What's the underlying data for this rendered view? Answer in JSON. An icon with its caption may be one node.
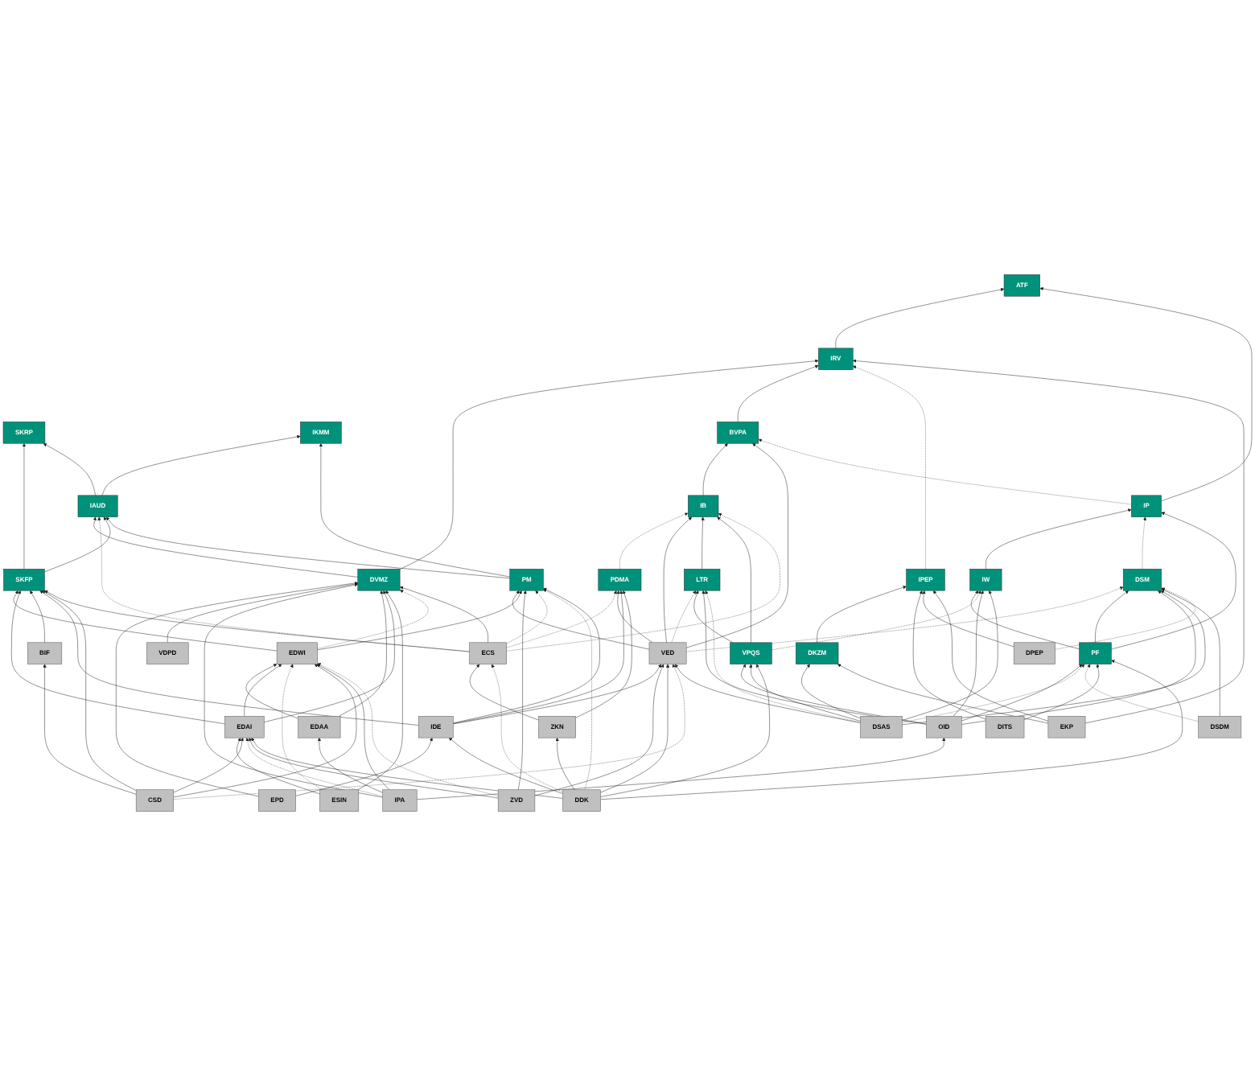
{
  "diagram": {
    "nodes": [
      {
        "text": [
          "ATF"
        ]
      },
      {
        "text": [
          "IRV"
        ]
      },
      {
        "text": [
          "SKRP"
        ]
      },
      {
        "text": [
          "IKMM"
        ]
      },
      {
        "text": [
          "BVPA"
        ]
      },
      {
        "text": [
          "IAUD"
        ]
      },
      {
        "text": [
          "IB"
        ]
      },
      {
        "text": [
          "IP"
        ]
      },
      {
        "text": [
          "DVMZ"
        ]
      },
      {
        "text": [
          "SKFP"
        ]
      },
      {
        "text": [
          "PM"
        ]
      },
      {
        "text": [
          "PDMA"
        ]
      },
      {
        "text": [
          "LTR"
        ]
      },
      {
        "text": [
          "IW"
        ]
      },
      {
        "text": [
          "DSM"
        ]
      },
      {
        "text": [
          "EDWI"
        ]
      },
      {
        "text": [
          "ECS"
        ]
      },
      {
        "text": [
          "VED"
        ]
      },
      {
        "text": [
          "VPQS"
        ]
      },
      {
        "text": [
          "PF"
        ]
      },
      {
        "text": [
          "IPEP"
        ]
      },
      {
        "text": [
          "EDAA"
        ]
      },
      {
        "text": [
          "EDAI"
        ]
      },
      {
        "text": [
          "BIF"
        ]
      },
      {
        "text": [
          "IDE"
        ]
      },
      {
        "text": [
          "ZKN"
        ]
      },
      {
        "text": [
          "OID"
        ]
      },
      {
        "text": [
          "DKZM"
        ]
      },
      {
        "text": [
          "EPD"
        ]
      },
      {
        "text": [
          "VDPD"
        ]
      },
      {
        "text": [
          "IPA"
        ]
      },
      {
        "text": [
          "ESIN"
        ]
      },
      {
        "text": [
          "CSD"
        ]
      },
      {
        "text": [
          "ZVD"
        ]
      },
      {
        "text": [
          "DDK"
        ]
      },
      {
        "text": [
          "DSAS"
        ]
      },
      {
        "text": [
          "DSDM"
        ]
      },
      {
        "text": [
          "DITS"
        ]
      },
      {
        "text": [
          "DPEP"
        ]
      },
      {
        "text": [
          "EKP"
        ]
      }
    ],
    "edges": [
      {
        "from": 1,
        "to": 0,
        "arrow": "to"
      },
      {
        "from": 7,
        "to": 0,
        "arrow": "to"
      },
      {
        "from": 8,
        "to": 1,
        "arrow": "to"
      },
      {
        "from": 4,
        "to": 1,
        "arrow": "to"
      },
      {
        "from": 20,
        "to": 1,
        "arrow": "to",
        "style": "dashed"
      },
      {
        "from": 39,
        "to": 1,
        "arrow": "to"
      },
      {
        "from": 9,
        "to": 2,
        "arrow": "to"
      },
      {
        "from": 5,
        "to": 2,
        "arrow": "to"
      },
      {
        "from": 5,
        "to": 3,
        "arrow": "to"
      },
      {
        "from": 10,
        "to": 3,
        "arrow": "to"
      },
      {
        "from": 6,
        "to": 4,
        "arrow": "to"
      },
      {
        "from": 17,
        "to": 4,
        "arrow": "to"
      },
      {
        "from": 7,
        "to": 4,
        "arrow": "to",
        "style": "dashed"
      },
      {
        "from": 8,
        "to": 5,
        "arrow": "to"
      },
      {
        "from": 16,
        "to": 5,
        "arrow": "to",
        "style": "dashed"
      },
      {
        "from": 9,
        "to": 5,
        "arrow": "to"
      },
      {
        "from": 10,
        "to": 5,
        "arrow": "to"
      },
      {
        "from": 11,
        "to": 6,
        "arrow": "to",
        "style": "dashed"
      },
      {
        "from": 17,
        "to": 6,
        "arrow": "to"
      },
      {
        "from": 12,
        "to": 6,
        "arrow": "to"
      },
      {
        "from": 18,
        "to": 6,
        "arrow": "to"
      },
      {
        "from": 16,
        "to": 6,
        "arrow": "to",
        "style": "dashed"
      },
      {
        "from": 13,
        "to": 7,
        "arrow": "to"
      },
      {
        "from": 14,
        "to": 7,
        "arrow": "to",
        "style": "dashed"
      },
      {
        "from": 19,
        "to": 7,
        "arrow": "to"
      },
      {
        "from": 28,
        "to": 8,
        "arrow": "to"
      },
      {
        "from": 29,
        "to": 8,
        "arrow": "to"
      },
      {
        "from": 30,
        "to": 8,
        "arrow": "to"
      },
      {
        "from": 21,
        "to": 8,
        "arrow": "to"
      },
      {
        "from": 22,
        "to": 8,
        "arrow": "to"
      },
      {
        "from": 31,
        "to": 8,
        "arrow": "to"
      },
      {
        "from": 15,
        "to": 8,
        "arrow": "to",
        "style": "dashed"
      },
      {
        "from": 16,
        "to": 8,
        "arrow": "to"
      },
      {
        "from": 15,
        "to": 9,
        "arrow": "to"
      },
      {
        "from": 22,
        "to": 9,
        "arrow": "to"
      },
      {
        "from": 23,
        "to": 9,
        "arrow": "to"
      },
      {
        "from": 24,
        "to": 9,
        "arrow": "to"
      },
      {
        "from": 32,
        "to": 9,
        "arrow": "to"
      },
      {
        "from": 16,
        "to": 9,
        "arrow": "to"
      },
      {
        "from": 17,
        "to": 10,
        "arrow": "to"
      },
      {
        "from": 15,
        "to": 10,
        "arrow": "to"
      },
      {
        "from": 33,
        "to": 10,
        "arrow": "to"
      },
      {
        "from": 16,
        "to": 10,
        "arrow": "to",
        "style": "dashed"
      },
      {
        "from": 34,
        "to": 10,
        "arrow": "to",
        "style": "dashed"
      },
      {
        "from": 24,
        "to": 10,
        "arrow": "to"
      },
      {
        "from": 16,
        "to": 11,
        "arrow": "to",
        "style": "dashed"
      },
      {
        "from": 17,
        "to": 11,
        "arrow": "to"
      },
      {
        "from": 24,
        "to": 11,
        "arrow": "to"
      },
      {
        "from": 25,
        "to": 11,
        "arrow": "to"
      },
      {
        "from": 17,
        "to": 12,
        "arrow": "to",
        "style": "dashed"
      },
      {
        "from": 18,
        "to": 12,
        "arrow": "to"
      },
      {
        "from": 26,
        "to": 12,
        "arrow": "to"
      },
      {
        "from": 35,
        "to": 12,
        "arrow": "to",
        "style": "dashed"
      },
      {
        "from": 19,
        "to": 13,
        "arrow": "to"
      },
      {
        "from": 18,
        "to": 13,
        "arrow": "to",
        "style": "dashed"
      },
      {
        "from": 26,
        "to": 13,
        "arrow": "to"
      },
      {
        "from": 35,
        "to": 13,
        "arrow": "to"
      },
      {
        "from": 17,
        "to": 14,
        "arrow": "to",
        "style": "dashed"
      },
      {
        "from": 19,
        "to": 14,
        "arrow": "to"
      },
      {
        "from": 26,
        "to": 14,
        "arrow": "to"
      },
      {
        "from": 35,
        "to": 14,
        "arrow": "to"
      },
      {
        "from": 36,
        "to": 14,
        "arrow": "to"
      },
      {
        "from": 38,
        "to": 14,
        "arrow": "to",
        "style": "dashed"
      },
      {
        "from": 21,
        "to": 15,
        "arrow": "to"
      },
      {
        "from": 22,
        "to": 15,
        "arrow": "to"
      },
      {
        "from": 31,
        "to": 15,
        "arrow": "to",
        "style": "dashed"
      },
      {
        "from": 32,
        "to": 15,
        "arrow": "to"
      },
      {
        "from": 30,
        "to": 15,
        "arrow": "to"
      },
      {
        "from": 33,
        "to": 15,
        "arrow": "to",
        "style": "dashed"
      },
      {
        "from": 25,
        "to": 16,
        "arrow": "to"
      },
      {
        "from": 34,
        "to": 16,
        "arrow": "to",
        "style": "dashed"
      },
      {
        "from": 24,
        "to": 17,
        "arrow": "to"
      },
      {
        "from": 33,
        "to": 17,
        "arrow": "to"
      },
      {
        "from": 34,
        "to": 17,
        "arrow": "to"
      },
      {
        "from": 32,
        "to": 17,
        "arrow": "to",
        "style": "dashed"
      },
      {
        "from": 35,
        "to": 17,
        "arrow": "to"
      },
      {
        "from": 26,
        "to": 18,
        "arrow": "to"
      },
      {
        "from": 35,
        "to": 18,
        "arrow": "to"
      },
      {
        "from": 34,
        "to": 18,
        "arrow": "to"
      },
      {
        "from": 26,
        "to": 19,
        "arrow": "to"
      },
      {
        "from": 35,
        "to": 19,
        "arrow": "to",
        "style": "dashed"
      },
      {
        "from": 36,
        "to": 19,
        "arrow": "to",
        "style": "dashed"
      },
      {
        "from": 37,
        "to": 19,
        "arrow": "to"
      },
      {
        "from": 34,
        "to": 19,
        "arrow": "to"
      },
      {
        "from": 27,
        "to": 20,
        "arrow": "to"
      },
      {
        "from": 37,
        "to": 20,
        "arrow": "to"
      },
      {
        "from": 38,
        "to": 20,
        "arrow": "to"
      },
      {
        "from": 39,
        "to": 20,
        "arrow": "to"
      },
      {
        "from": 30,
        "to": 21,
        "arrow": "to"
      },
      {
        "from": 31,
        "to": 22,
        "arrow": "to"
      },
      {
        "from": 32,
        "to": 22,
        "arrow": "to"
      },
      {
        "from": 30,
        "to": 22,
        "arrow": "to",
        "style": "dashed"
      },
      {
        "from": 33,
        "to": 22,
        "arrow": "to"
      },
      {
        "from": 34,
        "to": 22,
        "arrow": "to"
      },
      {
        "from": 32,
        "to": 23,
        "arrow": "to"
      },
      {
        "from": 28,
        "to": 24,
        "arrow": "to"
      },
      {
        "from": 34,
        "to": 24,
        "arrow": "to"
      },
      {
        "from": 34,
        "to": 25,
        "arrow": "to"
      },
      {
        "from": 30,
        "to": 26,
        "arrow": "to"
      },
      {
        "from": 35,
        "to": 27,
        "arrow": "to"
      },
      {
        "from": 39,
        "to": 27,
        "arrow": "to"
      }
    ]
  }
}
